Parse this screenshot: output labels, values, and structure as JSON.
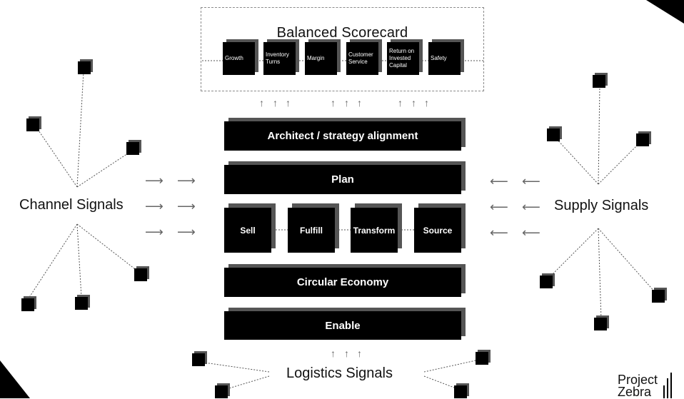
{
  "scorecard": {
    "title": "Balanced Scorecard",
    "kpis": [
      "Growth",
      "Inventory Turns",
      "Margin",
      "Customer Service",
      "Return on Invested Capital",
      "Safety"
    ]
  },
  "layers": {
    "architect": "Architect / strategy alignment",
    "plan": "Plan",
    "processes": [
      "Sell",
      "Fulfill",
      "Transform",
      "Source"
    ],
    "circular": "Circular Economy",
    "enable": "Enable"
  },
  "signals": {
    "channel": "Channel Signals",
    "supply": "Supply Signals",
    "logistics": "Logistics Signals"
  },
  "logo": {
    "line1": "Project",
    "line2": "Zebra"
  },
  "arrow_glyphs": {
    "right": "⟶",
    "left": "⟵",
    "up": "↑"
  }
}
